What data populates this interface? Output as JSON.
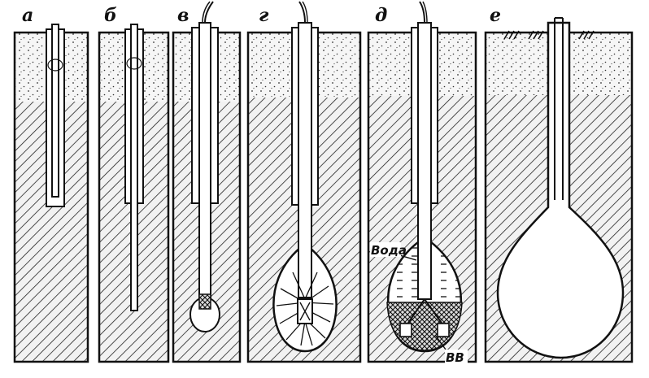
{
  "figure": {
    "panels": [
      {
        "id": "a",
        "label": "а"
      },
      {
        "id": "b",
        "label": "б"
      },
      {
        "id": "v",
        "label": "в"
      },
      {
        "id": "g",
        "label": "г"
      },
      {
        "id": "d",
        "label": "д"
      },
      {
        "id": "e",
        "label": "е"
      }
    ],
    "callouts": {
      "water": "Вода",
      "explosive": "ВВ"
    }
  }
}
